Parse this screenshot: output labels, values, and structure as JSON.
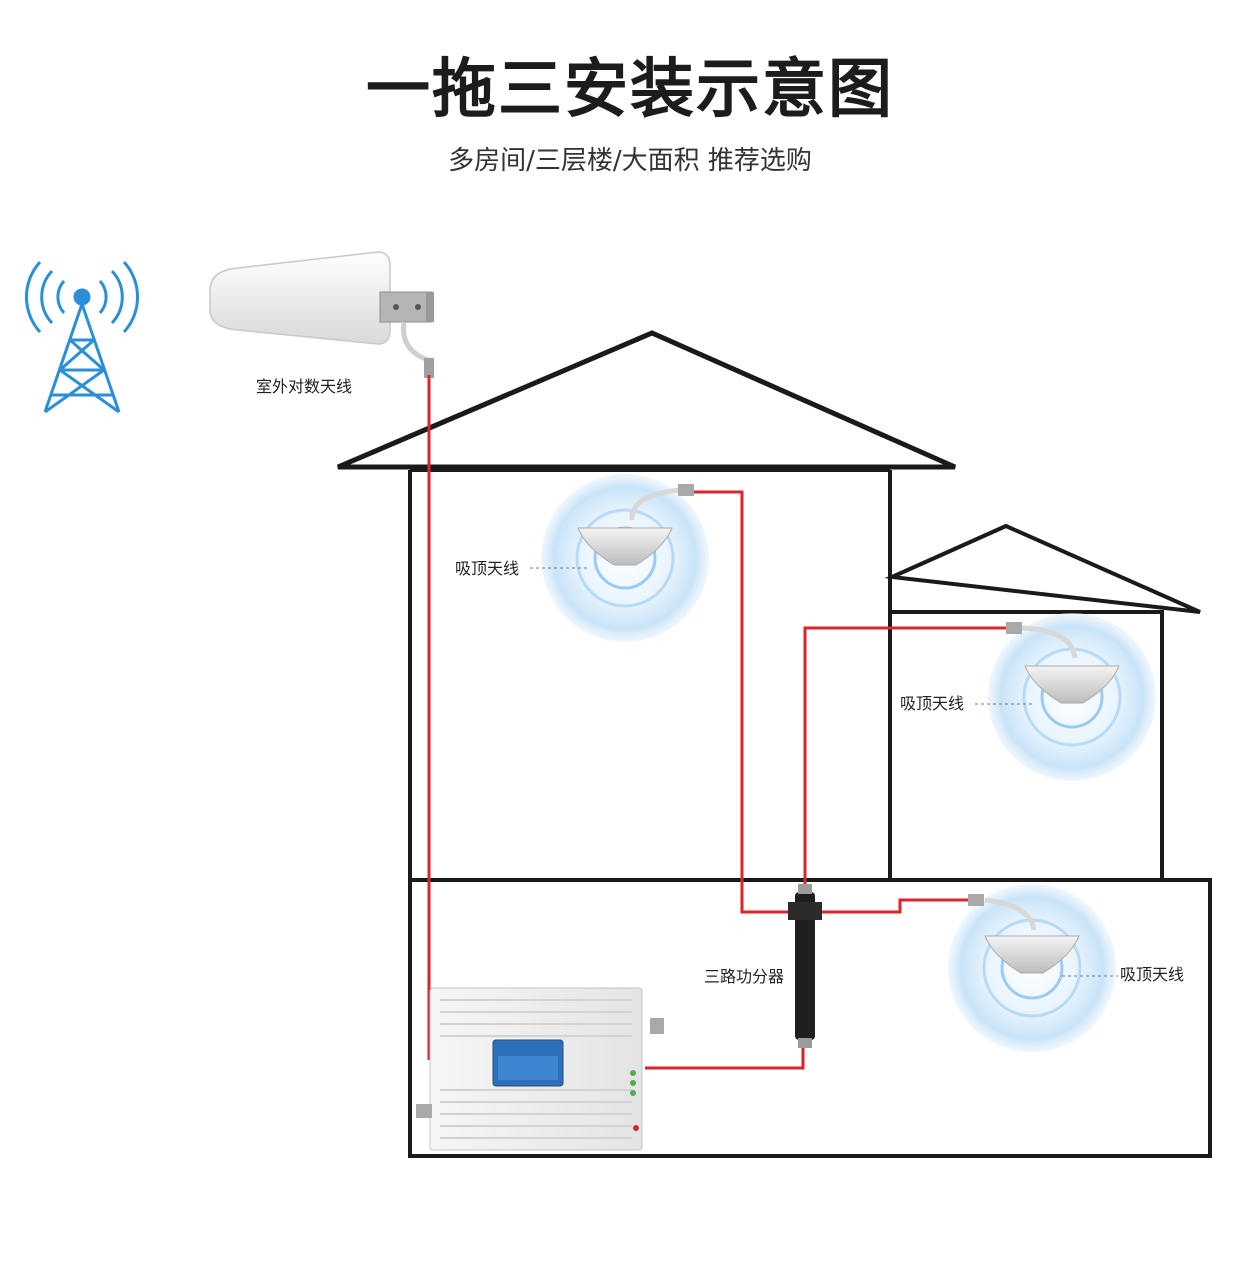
{
  "header": {
    "title": "一拖三安装示意图",
    "subtitle": "多房间/三层楼/大面积  推荐选购"
  },
  "labels": {
    "outdoor_antenna": "室外对数天线",
    "ceiling_antenna_1": "吸顶天线",
    "ceiling_antenna_2": "吸顶天线",
    "ceiling_antenna_3": "吸顶天线",
    "splitter": "三路功分器"
  },
  "colors": {
    "cable": "#d9252b",
    "signal": "#2a8fd6",
    "house_outline": "#1a1a1a"
  },
  "icons": [
    "signal-tower-icon",
    "log-periodic-antenna",
    "ceiling-antenna",
    "three-way-splitter",
    "signal-repeater"
  ]
}
